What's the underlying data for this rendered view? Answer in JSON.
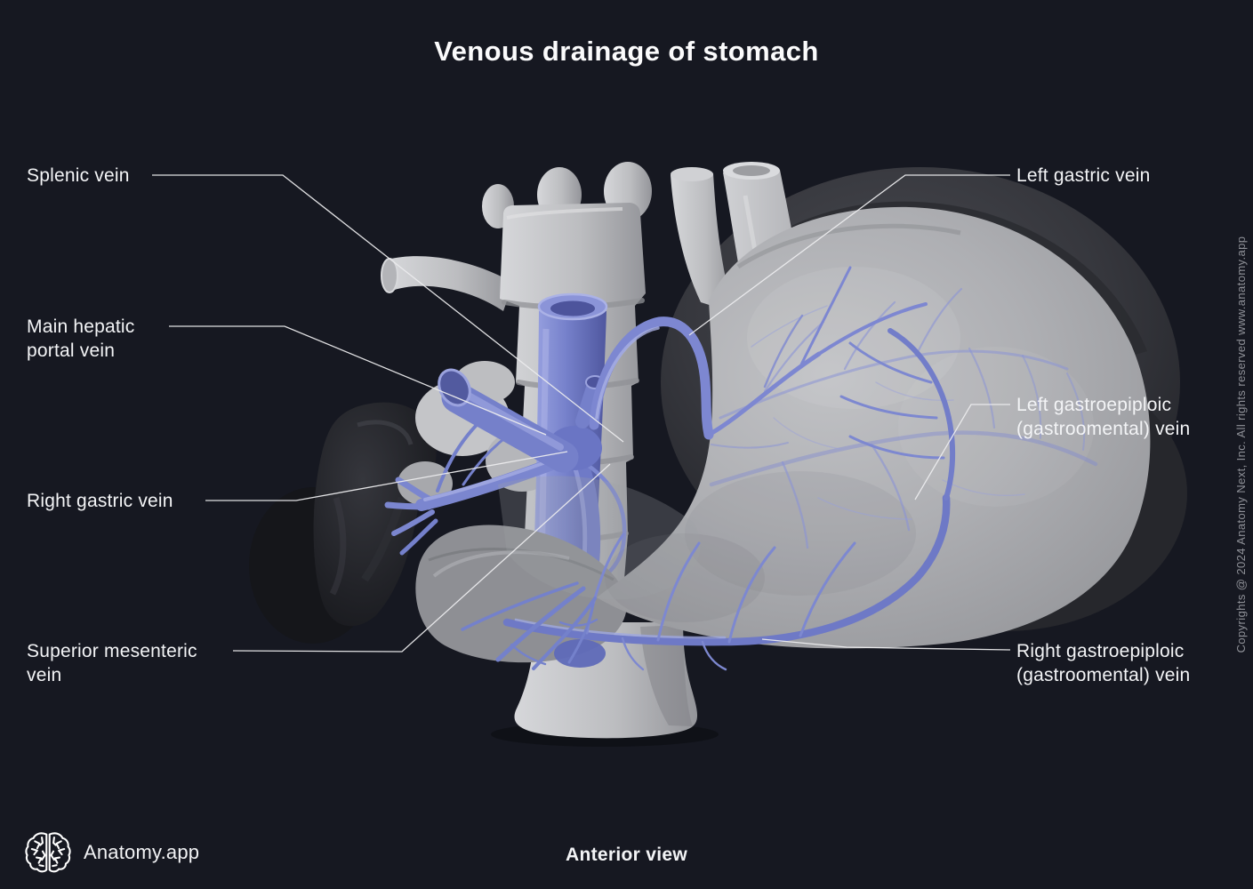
{
  "page": {
    "title": "Venous drainage of stomach",
    "view_label": "Anterior view"
  },
  "branding": {
    "logo_text": "Anatomy.app",
    "logo_icon": "brain-icon"
  },
  "copyright": {
    "text": "Copyrights @ 2024 Anatomy Next, Inc. All rights reserved www.anatomy.app"
  },
  "annotations": {
    "left": [
      {
        "label": "Splenic vein"
      },
      {
        "label": "Main hepatic portal vein"
      },
      {
        "label": "Right gastric vein"
      },
      {
        "label": "Superior mesenteric vein"
      }
    ],
    "right": [
      {
        "label": "Left gastric vein"
      },
      {
        "label": "Left gastroepiploic (gastroomental) vein"
      },
      {
        "label": "Right gastroepiploic (gastroomental) vein"
      }
    ]
  },
  "colors": {
    "background": "#161821",
    "label_text": "#f3f4f6",
    "leader_line": "#ececee",
    "vein_blue": "#7b86cf",
    "bone_gray": "#c6c7ca",
    "stomach_gray": "#aaabaf",
    "copyright_text": "#8e9097"
  }
}
